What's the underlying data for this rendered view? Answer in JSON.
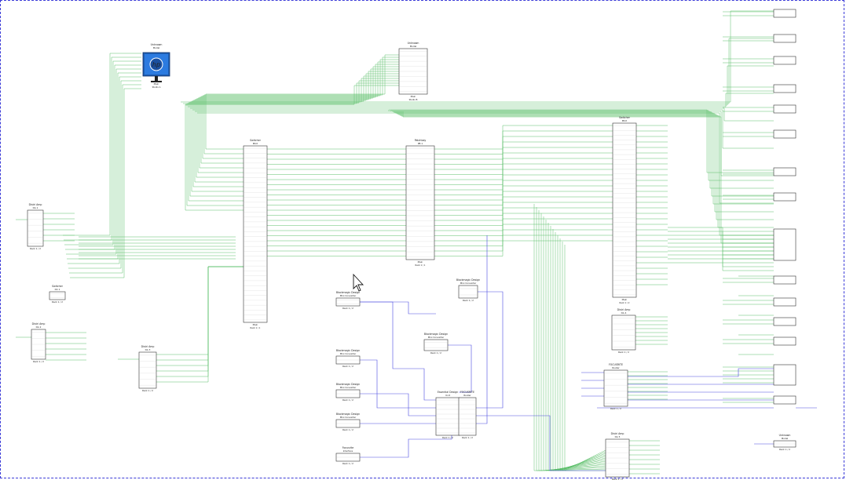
{
  "canvas": {
    "background": "#ffffff",
    "border_color": "#3a3ad8",
    "wire_green": "#5cbf6a",
    "wire_blue": "#4a4adf"
  },
  "devices": [
    {
      "id": "monitor",
      "title": "Unknown",
      "subtitle": "Model",
      "rack": "Main",
      "rack_sub": "Studio A",
      "icon": "hp-monitor-icon"
    },
    {
      "id": "router-top",
      "title": "Unknown",
      "subtitle": "Model",
      "rack": "Main",
      "rack_sub": "Studio B"
    },
    {
      "id": "switcher-a",
      "title": "Switcher",
      "subtitle": "MUX",
      "rack": "Main",
      "rack_sub": "Rack 1 / 1"
    },
    {
      "id": "patchbay",
      "title": "Patchbay",
      "subtitle": "PB 1",
      "rack": "Main",
      "rack_sub": "Rack 1 / 1"
    },
    {
      "id": "switcher-b",
      "title": "Switcher",
      "subtitle": "MUX",
      "rack": "Main",
      "rack_sub": "Rack 1 / 2"
    },
    {
      "id": "dist-left",
      "title": "Distri Amp",
      "subtitle": "DA 1",
      "rack": "Rack 1 / 2"
    },
    {
      "id": "switcher-small",
      "title": "Switcher",
      "subtitle": "DC 1",
      "rack": "Rack 1 / 2"
    },
    {
      "id": "dist-left2",
      "title": "Distri Amp",
      "subtitle": "DA 2",
      "rack": "Rack 1 / 2"
    },
    {
      "id": "dist-left3",
      "title": "Distri Amp",
      "subtitle": "DA 3",
      "rack": "Rack 1 / 2"
    },
    {
      "id": "bm-1",
      "title": "Blackmagic Design",
      "subtitle": "Mini Converter",
      "rack": "Rack 1 / 2"
    },
    {
      "id": "bm-2",
      "title": "Blackmagic Design",
      "subtitle": "Mini Converter",
      "rack": "Rack 1 / 2"
    },
    {
      "id": "bm-3",
      "title": "Blackmagic Design",
      "subtitle": "Mini Converter",
      "rack": "Rack 1 / 2"
    },
    {
      "id": "bm-4",
      "title": "Blackmagic Design",
      "subtitle": "Mini Converter",
      "rack": "Rack 1 / 2"
    },
    {
      "id": "bm-5",
      "title": "Blackmagic Design",
      "subtitle": "Mini Converter",
      "rack": "Rack 1 / 2"
    },
    {
      "id": "bm-6",
      "title": "Blackmagic Design",
      "subtitle": "Mini Converter",
      "rack": "Rack 1 / 2"
    },
    {
      "id": "audio-1",
      "title": "Focusrite",
      "subtitle": "Interface",
      "rack": "Rack 1 / 2"
    },
    {
      "id": "ess-1",
      "title": "Essential Design",
      "subtitle": "Unit",
      "rack": "Rack 1 / 2"
    },
    {
      "id": "mux-2",
      "title": "FOCUSRITE",
      "subtitle": "Router",
      "rack": "Rack 1 / 2"
    },
    {
      "id": "dist-r",
      "title": "Distri Amp",
      "subtitle": "DA 4",
      "rack": "Rack 1 / 2"
    },
    {
      "id": "focus-r",
      "title": "FOCUSRITE",
      "subtitle": "Router",
      "rack": "Rack 1 / 2"
    },
    {
      "id": "dist-br",
      "title": "Distri Amp",
      "subtitle": "DA 5",
      "rack": "Rack 1 / 2"
    },
    {
      "id": "ext-r",
      "title": "Unknown",
      "subtitle": "Model",
      "rack": "Rack 1 / 2"
    }
  ]
}
